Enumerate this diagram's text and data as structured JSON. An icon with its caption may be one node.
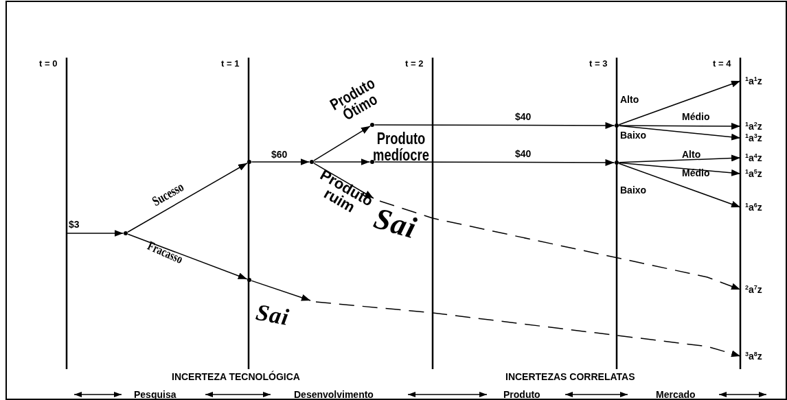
{
  "diagram": {
    "nodes": [
      {
        "text": [],
        "shape": "point"
      },
      {
        "text": [],
        "shape": "point"
      },
      {
        "text": [],
        "shape": "point"
      },
      {
        "text": [],
        "shape": "point"
      },
      {
        "text": [],
        "shape": "point"
      },
      {
        "text": [
          "Sai"
        ]
      },
      {
        "text": [],
        "shape": "point"
      },
      {
        "text": [
          "Sai"
        ]
      },
      {
        "text": [],
        "shape": "point"
      },
      {
        "text": [],
        "shape": "point"
      },
      {
        "text": [
          "$^{1}$a$^{1}$z"
        ]
      },
      {
        "text": [
          "$^{1}$a$^{2}$z"
        ]
      },
      {
        "text": [
          "$^{1}$a$^{3}$z"
        ]
      },
      {
        "text": [
          "$^{1}$a$^{4}$z"
        ]
      },
      {
        "text": [
          "$^{1}$a$^{5}$z"
        ]
      },
      {
        "text": [
          "$^{1}$a$^{6}$z"
        ]
      },
      {
        "text": [
          "$^{2}$a$^{7}$z"
        ]
      },
      {
        "text": [
          "$^{3}$a$^{8}$z"
        ]
      }
    ],
    "edges": [
      {
        "from": null,
        "to": 0,
        "arrow": "to",
        "label": "$3"
      },
      {
        "from": 0,
        "to": 1,
        "arrow": "to",
        "label": "Sucesso"
      },
      {
        "from": 0,
        "to": 6,
        "arrow": "to",
        "label": "Fracasso"
      },
      {
        "from": 1,
        "to": 2,
        "arrow": "to",
        "label": "$60"
      },
      {
        "from": 2,
        "to": 3,
        "arrow": "to",
        "label": "Produto Ótimo"
      },
      {
        "from": 2,
        "to": 4,
        "arrow": "to",
        "label": "Produto medíocre"
      },
      {
        "from": 2,
        "to": 5,
        "arrow": "to",
        "label": "Produto ruim"
      },
      {
        "from": 6,
        "to": 7,
        "arrow": "to"
      },
      {
        "from": 3,
        "to": 8,
        "arrow": "to",
        "label": "$40"
      },
      {
        "from": 4,
        "to": 9,
        "arrow": "to",
        "label": "$40"
      },
      {
        "from": 8,
        "to": 10,
        "arrow": "to",
        "label": "Alto"
      },
      {
        "from": 8,
        "to": 11,
        "arrow": "to",
        "label": "Médio"
      },
      {
        "from": 8,
        "to": 12,
        "arrow": "to",
        "label": "Baixo"
      },
      {
        "from": 9,
        "to": 13,
        "arrow": "to",
        "label": "Alto"
      },
      {
        "from": 9,
        "to": 14,
        "arrow": "to",
        "label": "Médio"
      },
      {
        "from": 9,
        "to": 15,
        "arrow": "to",
        "label": "Baixo"
      },
      {
        "from": 5,
        "to": 16,
        "arrow": "to",
        "style": "dashed"
      },
      {
        "from": 7,
        "to": 17,
        "arrow": "to",
        "style": "dashed"
      }
    ],
    "labels": [
      "t = 0",
      "t = 1",
      "t = 2",
      "t = 3",
      "t = 4",
      "INCERTEZA TECNOLÓGICA",
      "INCERTEZAS CORRELATAS",
      "Pesquisa",
      "Desenvolvimento",
      "Produto",
      "Mercado"
    ]
  }
}
